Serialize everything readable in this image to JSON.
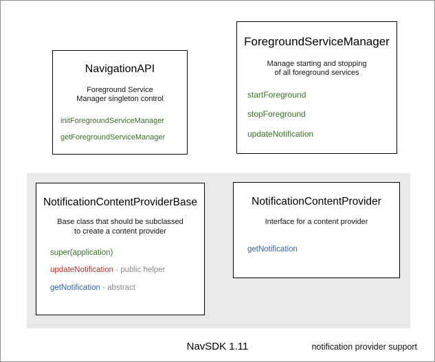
{
  "diagram": {
    "footer_title": "NavSDK 1.11",
    "colors": {
      "method_green": "#3a7023",
      "method_red": "#c32f2b",
      "method_blue": "#3465a4",
      "annotation_grey": "#8a8a8a",
      "group_panel_background": "#e9e9e9",
      "box_border": "#000000",
      "canvas_background": "#ffffff"
    },
    "boxes": {
      "navigation_api": {
        "title": "NavigationAPI",
        "description_lines": [
          "Foreground Service",
          "Manager singleton control"
        ],
        "members": [
          {
            "name": "initForegroundServiceManager",
            "color": "green",
            "note": ""
          },
          {
            "name": "getForegroundServiceManager",
            "color": "green",
            "note": ""
          }
        ]
      },
      "foreground_service_manager": {
        "title": "ForegroundServiceManager",
        "description_lines": [
          "Manage starting and stopping",
          "of all foreground services"
        ],
        "members": [
          {
            "name": "startForeground",
            "color": "green",
            "note": ""
          },
          {
            "name": "stopForeground",
            "color": "green",
            "note": ""
          },
          {
            "name": "updateNotification",
            "color": "green",
            "note": ""
          }
        ]
      },
      "notification_content_provider_base": {
        "title": "NotificationContentProviderBase",
        "description_lines": [
          "Base class that should be subclassed",
          "to create a content provider"
        ],
        "members": [
          {
            "name": "super(application)",
            "color": "green",
            "note": ""
          },
          {
            "name": "updateNotification",
            "color": "red",
            "note": " - public helper"
          },
          {
            "name": "getNotification",
            "color": "blue",
            "note": " - abstract"
          }
        ]
      },
      "notification_content_provider": {
        "title": "NotificationContentProvider",
        "description_lines": [
          "Interface for a content provider"
        ],
        "members": [
          {
            "name": "getNotification",
            "color": "blue",
            "note": ""
          }
        ]
      }
    },
    "group_panel": {
      "label": "notification provider support"
    }
  }
}
